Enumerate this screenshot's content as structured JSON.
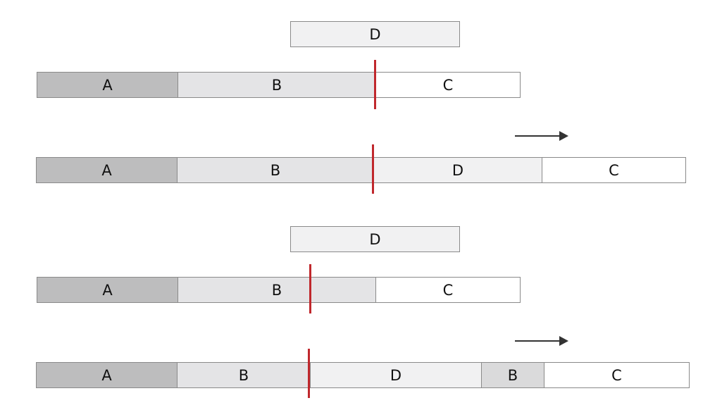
{
  "diagram": {
    "panel1": {
      "insert_block": "D",
      "row_before": [
        "A",
        "B",
        "C"
      ],
      "row_after": [
        "A",
        "B",
        "D",
        "C"
      ]
    },
    "panel2": {
      "insert_block": "D",
      "row_before": [
        "A",
        "B",
        "C"
      ],
      "row_after": [
        "A",
        "B",
        "D",
        "B",
        "C"
      ]
    },
    "colors": {
      "segment_a": "#bdbdbe",
      "segment_b": "#e4e4e6",
      "segment_c": "#ffffff",
      "segment_d": "#f1f1f2",
      "split_marker": "#c0282d",
      "arrow": "#333333"
    },
    "icons": [
      "right-arrow-icon",
      "right-arrow-icon"
    ]
  }
}
